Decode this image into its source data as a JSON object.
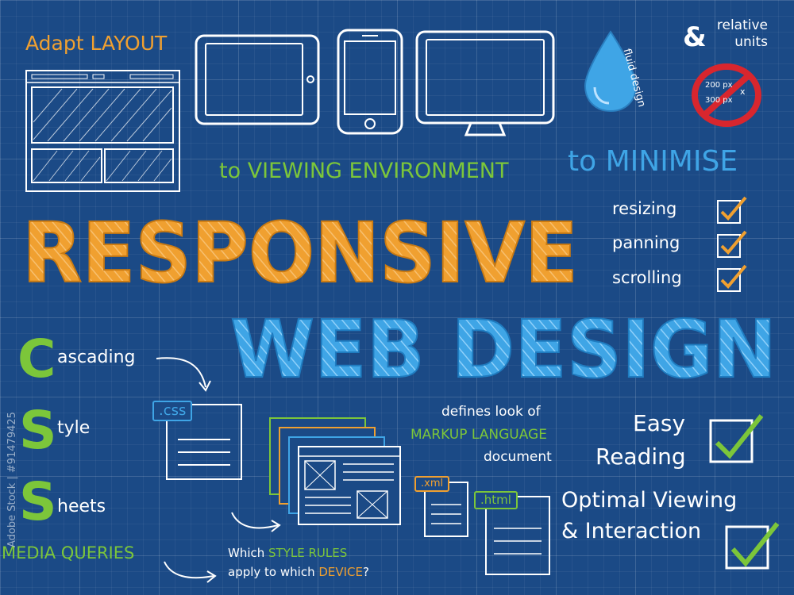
{
  "header": {
    "adapt_layout": "Adapt LAYOUT",
    "viewing_environment": "to VIEWING ENVIRONMENT",
    "fluid_design": "fluid design",
    "ampersand": "&",
    "relative_units": "relative units",
    "sign_text_1": "200 px",
    "sign_text_2": "300 px",
    "sign_x": "x"
  },
  "title": {
    "line1": "RESPONSIVE",
    "line2": "WEB DESIGN"
  },
  "minimise": {
    "heading": "to MINIMISE",
    "items": [
      {
        "label": "resizing"
      },
      {
        "label": "panning"
      },
      {
        "label": "scrolling"
      }
    ]
  },
  "css": {
    "letters": [
      "C",
      "S",
      "S"
    ],
    "words": [
      "ascading",
      "tyle",
      "heets"
    ],
    "media_queries": "MEDIA QUERIES",
    "question_part1": "Which ",
    "question_style_rules": "STYLE RULES",
    "question_part2": "apply to which ",
    "question_device": "DEVICE",
    "question_mark": "?"
  },
  "defines": {
    "line1": "defines look of",
    "line2": "MARKUP LANGUAGE",
    "line3": "document"
  },
  "files": {
    "css": ".css",
    "xml": ".xml",
    "html": ".html"
  },
  "benefits": {
    "easy_1": "Easy",
    "easy_2": "Reading",
    "optimal_1": "Optimal Viewing",
    "optimal_2": "& Interaction"
  },
  "watermark": {
    "text": "Adobe Stock | #91479425"
  },
  "colors": {
    "background": "#1b4a86",
    "orange": "#f0a030",
    "green": "#7cc63a",
    "blue": "#3fa5e6",
    "white": "#ffffff",
    "sign_red": "#d8262e"
  }
}
